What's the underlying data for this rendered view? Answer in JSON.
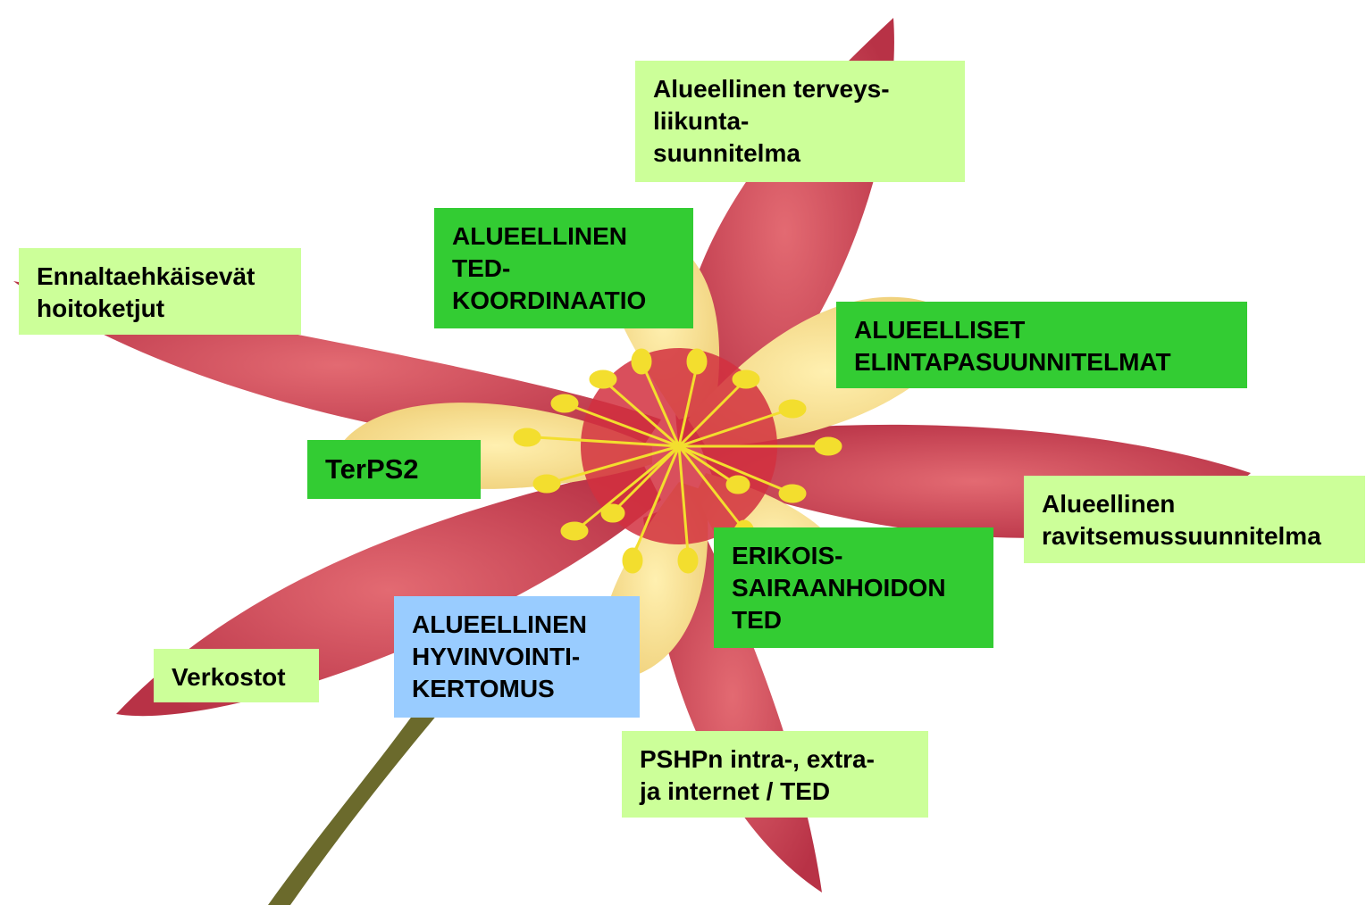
{
  "colors": {
    "light_green": "#ccff99",
    "dark_green": "#33cc33",
    "light_blue": "#99ccff",
    "petal_red": "#c9404f",
    "petal_yellow": "#f6dc88",
    "stamen_yellow": "#f3de2e",
    "stem_green": "#6b6a2c"
  },
  "labels": {
    "terveysliikunta": "Alueellinen terveys-\nliikunta-\nsuunnitelma",
    "ted_koordinaatio": "ALUEELLINEN\nTED-\nKOORDINAATIO",
    "hoitoketjut": "Ennaltaehkäisevät\n hoitoketjut",
    "elintapa": "ALUEELLISET\nELINTAPASUUNNITELMAT",
    "terps2": "TerPS2",
    "ravitsemus": "Alueellinen\nravitsemussuunnitelma",
    "erikois": "ERIKOIS-\nSAIRAANHOIDON\nTED",
    "hyvinvointi": "ALUEELLINEN\nHYVINVOINTI-\nKERTOMUS",
    "verkostot": "Verkostot",
    "pshp": "PSHPn intra-, extra-\nja internet / TED"
  }
}
